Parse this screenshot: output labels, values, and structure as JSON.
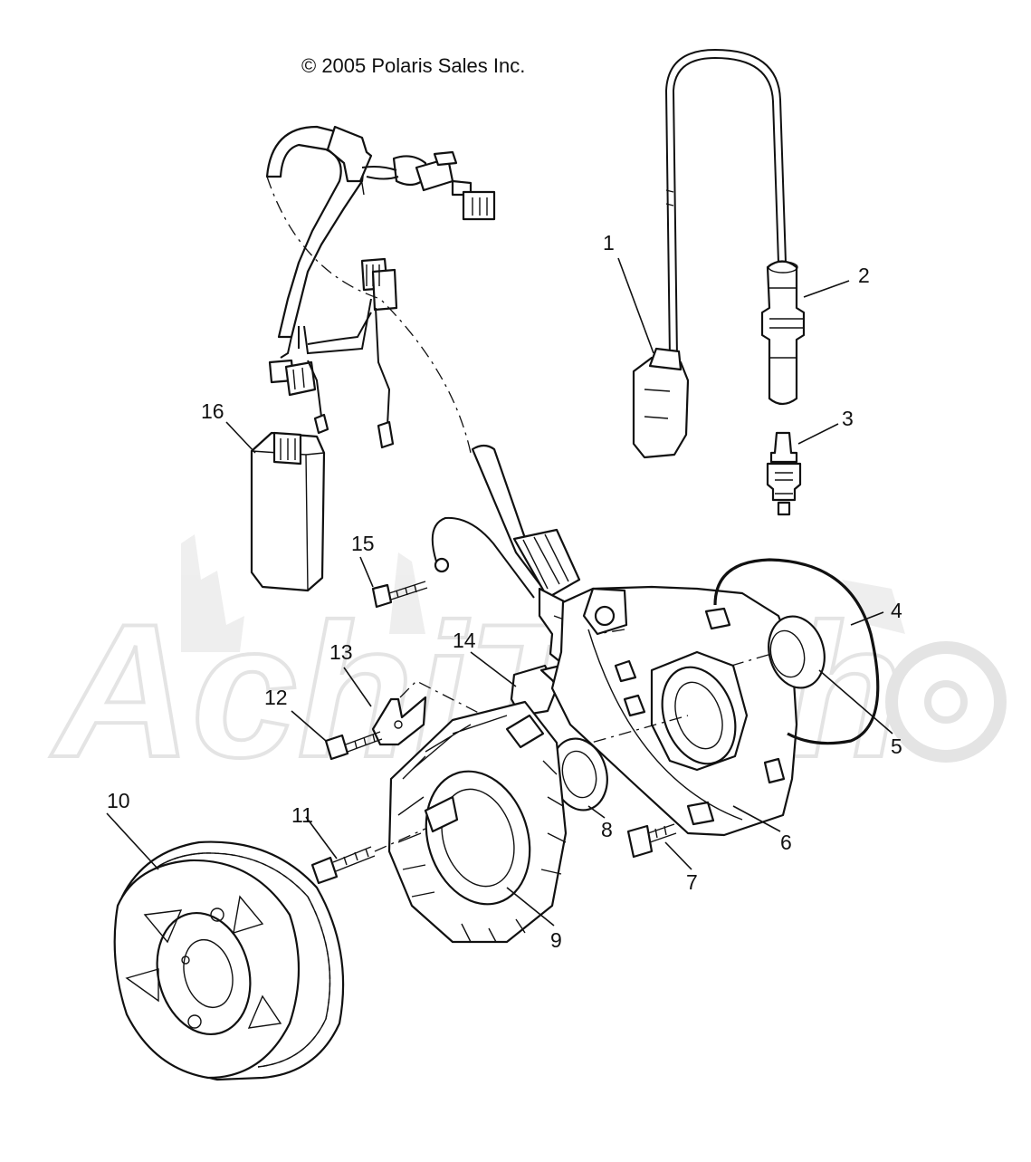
{
  "copyright": "© 2005 Polaris Sales Inc.",
  "watermark": "AchiTech",
  "callouts": [
    "1",
    "2",
    "3",
    "4",
    "5",
    "6",
    "7",
    "8",
    "9",
    "10",
    "11",
    "12",
    "13",
    "14",
    "15",
    "16"
  ]
}
